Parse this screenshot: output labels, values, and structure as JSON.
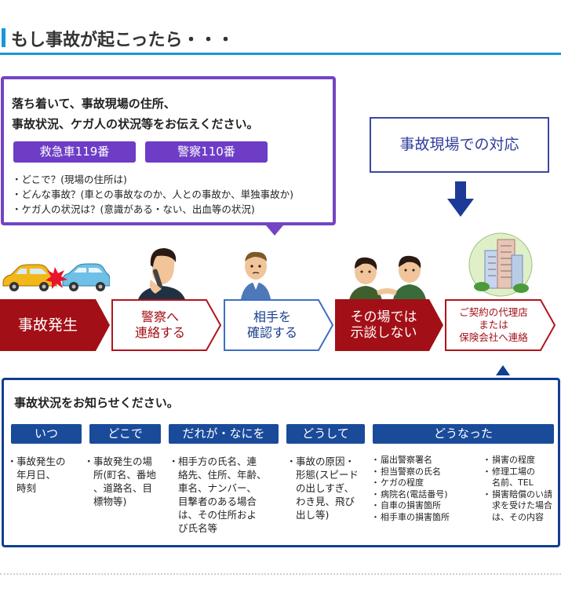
{
  "page": {
    "title": "もし事故が起こったら・・・"
  },
  "callout": {
    "message_line1": "落ち着いて、事故現場の住所、",
    "message_line2": "事故状況、ケガ人の状況等をお伝えください。",
    "ambulance_label": "救急車119番",
    "police_label": "警察110番",
    "bullets": [
      "・どこで？(現場の住所は)",
      "・どんな事故？(車との事故なのか、人との事故か、単独事故か)",
      "・ケガ人の状況は？(意識がある・ない、出血等の状況)"
    ]
  },
  "scene": {
    "label": "事故現場での対応"
  },
  "flow": {
    "steps": [
      {
        "label": "事故発生"
      },
      {
        "label": "警察へ\n連絡する"
      },
      {
        "label": "相手を\n確認する"
      },
      {
        "label": "その場では\n示談しない"
      },
      {
        "label": "ご契約の代理店\nまたは\n保険会社へ連絡"
      }
    ]
  },
  "info": {
    "heading": "事故状況をお知らせください。",
    "columns": [
      {
        "header": "いつ",
        "items": [
          "事故発生の\n年月日、\n時刻"
        ]
      },
      {
        "header": "どこで",
        "items": [
          "事故発生の場\n所(町名、番地\n、道路名、目\n標物等)"
        ]
      },
      {
        "header": "だれが・なにを",
        "items": [
          "相手方の氏名、連\n絡先、住所、年齢、\n車名、ナンバー、\n目撃者のある場合\nは、その住所およ\nび氏名等"
        ]
      },
      {
        "header": "どうして",
        "items": [
          "事故の原因・\n形態(スピード\nの出しすぎ、\nわき見、飛び\n出し等)"
        ]
      },
      {
        "header": "どうなった",
        "items_left": [
          "届出警察署名",
          "担当警察の氏名",
          "ケガの程度",
          "病院名(電話番号)",
          "自車の損害箇所",
          "相手車の損害箇所"
        ],
        "items_right": [
          "損害の程度",
          "修理工場の\n名前、TEL",
          "損害賠償のい請\n求を受けた場合\nは、その内容"
        ]
      }
    ]
  },
  "colors": {
    "title_accent": "#1b96d4",
    "callout_border": "#7444c3",
    "pill": "#6d3dc6",
    "scene_border": "#3b48a4",
    "arrow": "#1d3a96",
    "step_dark_red": "#a30f16",
    "step_red_outline": "#b3141b",
    "step_blue_outline": "#3d6fc2",
    "info_border": "#123e91",
    "col_header": "#1a4b9a"
  }
}
